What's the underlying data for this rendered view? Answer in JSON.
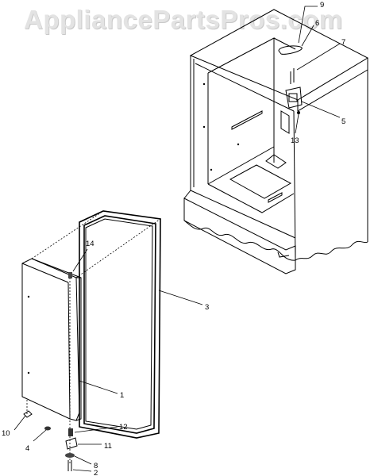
{
  "watermark": "AppliancePartsPros.com",
  "callouts": {
    "c1": "1",
    "c2": "2",
    "c3": "3",
    "c4": "4",
    "c5": "5",
    "c6": "6",
    "c7": "7",
    "c8": "8",
    "c9": "9",
    "c10": "10",
    "c11": "11",
    "c12": "12",
    "c13": "13",
    "c14": "14"
  }
}
